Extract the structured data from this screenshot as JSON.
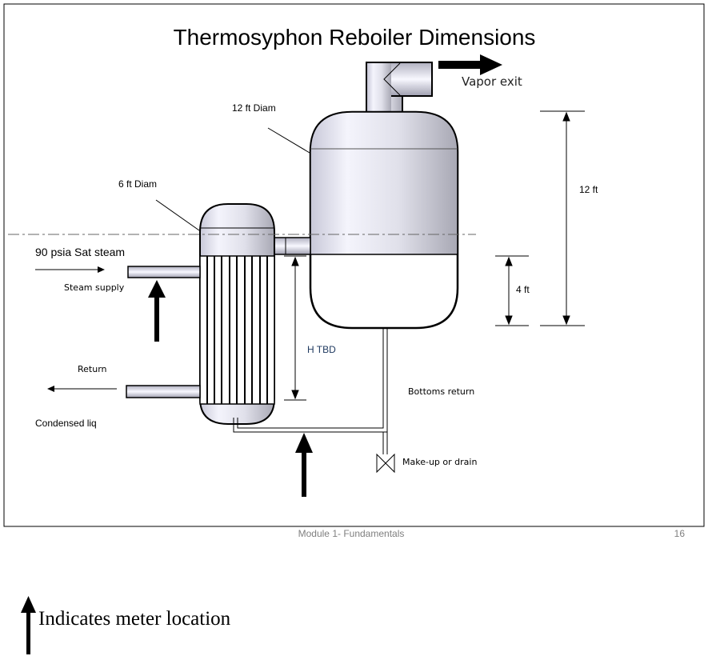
{
  "title": "Thermosyphon Reboiler Dimensions",
  "labels": {
    "vapor_exit": "Vapor exit",
    "diam_large": "12 ft Diam",
    "diam_small": "6 ft Diam",
    "height_total": "12 ft",
    "height_liquid": "4 ft",
    "height_tbd": "H TBD",
    "steam": "90 psia Sat steam",
    "steam_supply": "Steam supply",
    "return": "Return",
    "condensed": "Condensed liq",
    "bottoms_return": "Bottoms return",
    "makeup": "Make-up or drain"
  },
  "footer": {
    "module": "Module 1- Fundamentals",
    "page": "16"
  },
  "legend": {
    "text": "Indicates meter location",
    "icon": "up-arrow-icon"
  },
  "colors": {
    "vessel_fill": "#dcdcec",
    "frame": "#000000",
    "footer_text": "#7f7f7f"
  }
}
